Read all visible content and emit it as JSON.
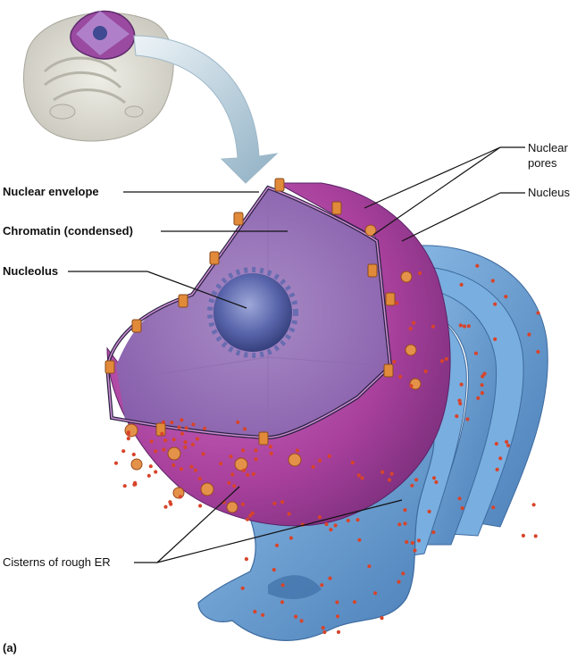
{
  "labels": {
    "nuclear_envelope": "Nuclear envelope",
    "chromatin": "Chromatin (condensed)",
    "nucleolus": "Nucleolus",
    "nuclear_pores_line1": "Nuclear",
    "nuclear_pores_line2": "pores",
    "nucleus": "Nucleus",
    "cisterns": "Cisterns of rough ER",
    "panel": "(a)"
  },
  "colors": {
    "nucleus_outer": "#b04fa8",
    "nucleus_inner": "#9a6fb6",
    "nucleolus": "#4a5aa0",
    "envelope": "#2b2340",
    "pore": "#e08a3a",
    "er": "#6a9fd3",
    "er_dark": "#4a7fb8",
    "ribosome": "#d8442a",
    "arrow": "#a8c2d2"
  }
}
